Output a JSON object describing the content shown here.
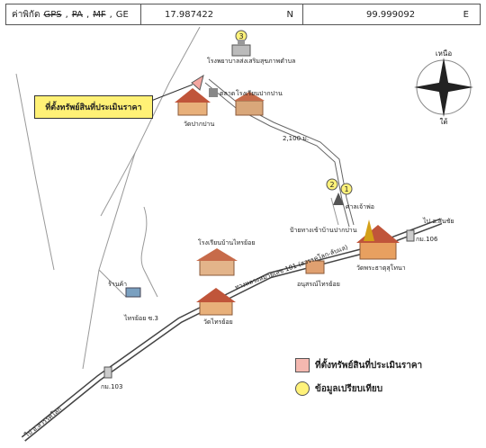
{
  "coords": {
    "label": "ค่าพิกัด",
    "gps": "GPS",
    "pa": "PA",
    "mf": "MF",
    "ge": "GE",
    "lat": "17.987422",
    "lat_dir": "N",
    "lon": "99.999092",
    "lon_dir": "E"
  },
  "compass": {
    "n": "เหนือ",
    "s": "ใต้"
  },
  "callout": "ที่ตั้งทรัพย์สินที่ประเมินราคา",
  "places": {
    "hospital": "โรงพยาบาลส่งเสริมสุขภาพตำบล",
    "market": "ตลาด",
    "school_pakpan": "โรงเรียนปากปาน",
    "wat_pakpan": "วัดปากปาน",
    "distance": "2,100 ม.",
    "shrine": "ศาลเจ้าพ่อ",
    "village_sign": "ป้ายทางเข้าบ้านปากปาน",
    "to_san_chai": "ไป อ.สันชัย",
    "km_106": "กม.106",
    "wat_phra_that": "วัดพระธาตุสุโทนา",
    "monument": "อนุสรณ์ไทรย้อย",
    "road": "ทางหลวงหมายเลข 101 (สวรรคโลก-ลับแล)",
    "school_sai": "โรงเรียนบ้านไทรย้อย",
    "shop": "ร้านค้า",
    "sai_yoi_village": "ไทรย้อย ซ.3",
    "wat_sai_yoi": "วัดไทรย้อย",
    "km_103": "กม.103",
    "to_sawankhalok": "ไป อ.สวรรคโลก"
  },
  "markers": [
    "1",
    "2",
    "3"
  ],
  "legend": {
    "subject": "ที่ตั้งทรัพย์สินที่ประเมินราคา",
    "comparable": "ข้อมูลเปรียบเทียบ"
  }
}
